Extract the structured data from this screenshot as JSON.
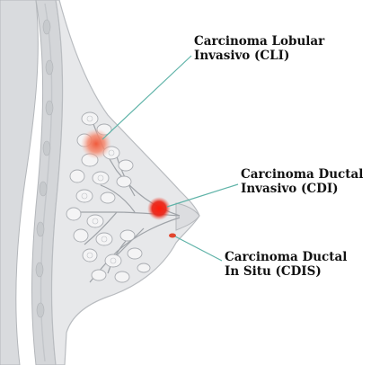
{
  "labels": {
    "cli": {
      "line1": "Carcinoma Lobular",
      "line2": "Invasivo (CLI)"
    },
    "cdi": {
      "line1": "Carcinoma Ductal",
      "line2": "Invasivo (CDI)"
    },
    "cdis": {
      "line1": "Carcinoma Ductal",
      "line2": "In Situ (CDIS)"
    }
  },
  "colors": {
    "background": "#ffffff",
    "tissue": "#e7e8ea",
    "tissue_outline": "#b9bcc0",
    "chest_wall": "#d4d6d9",
    "lobule": "#f4f4f5",
    "lobule_outline": "#a9acb1",
    "duct": "#9fa3a8",
    "leader_line": "#5fb3a8",
    "cli": "#f08a72",
    "cdi": "#e8291c",
    "cdis": "#e2462e"
  }
}
